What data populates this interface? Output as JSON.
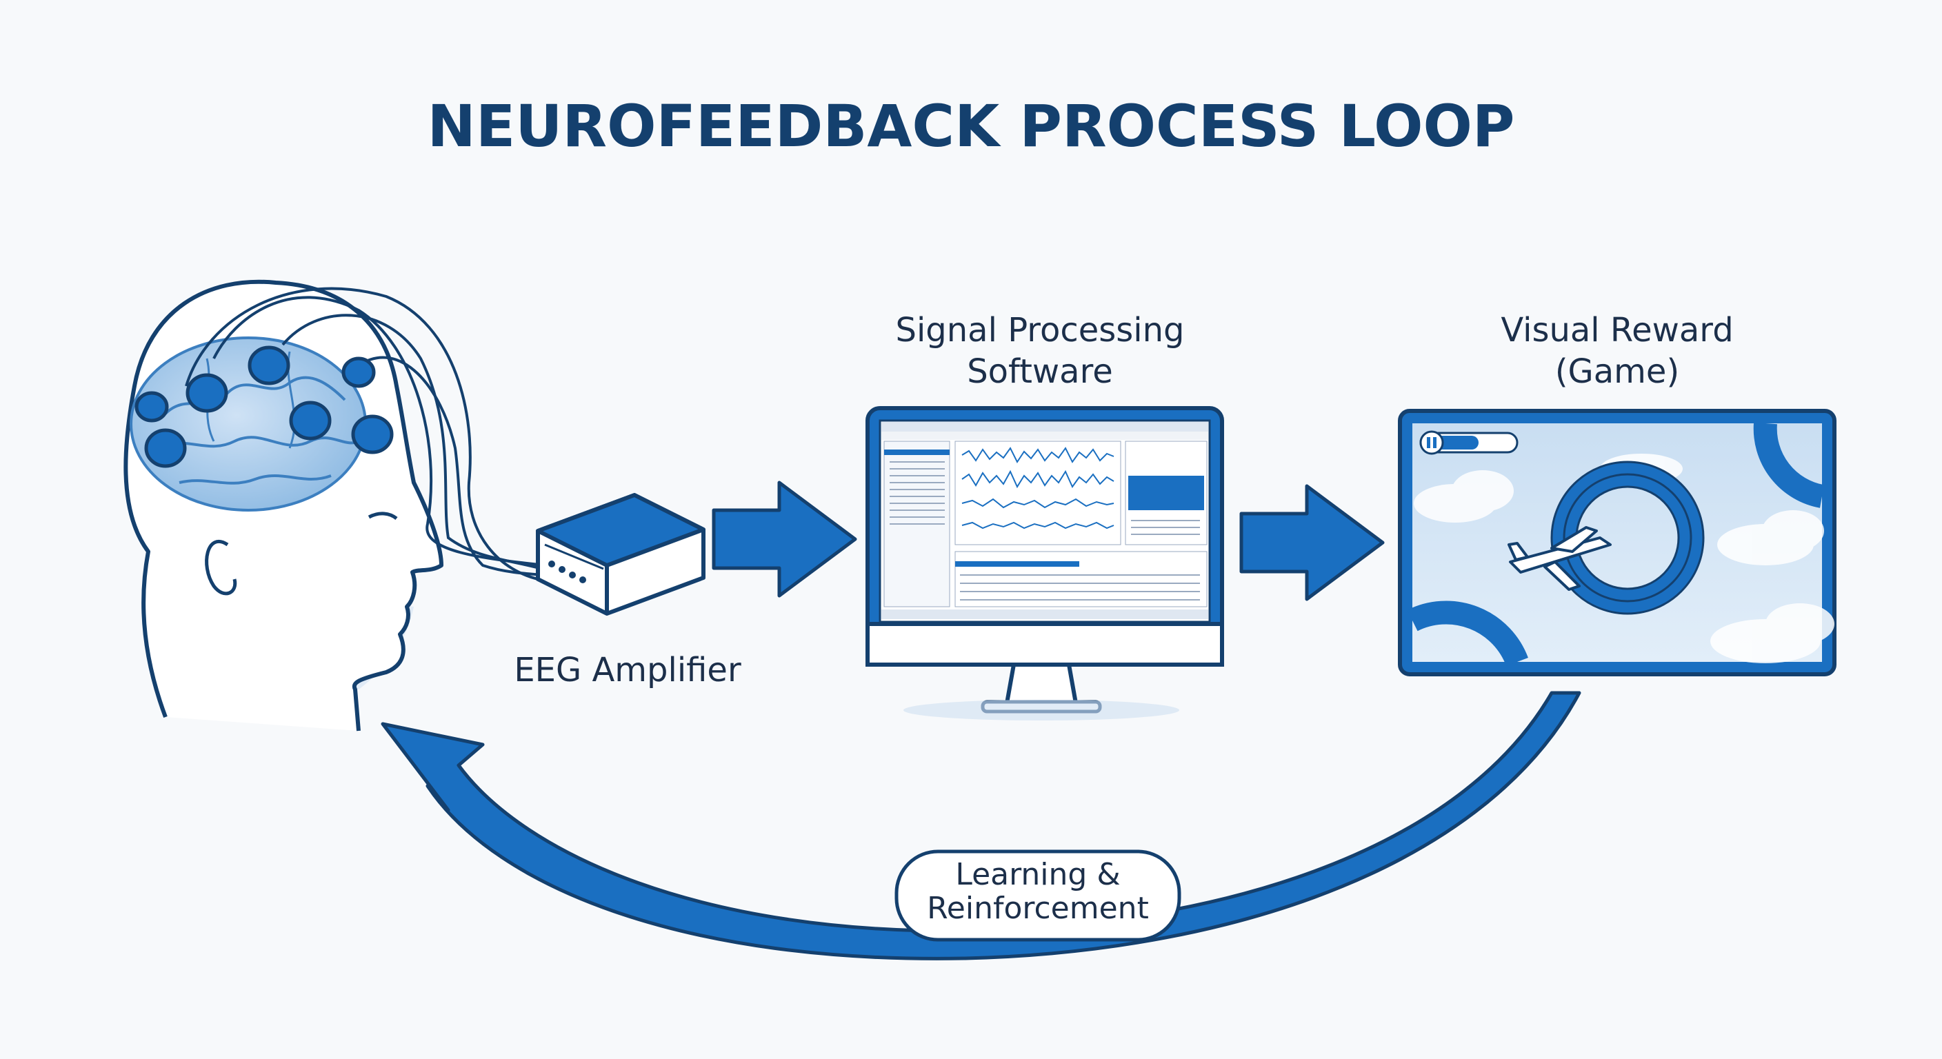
{
  "title": "NEUROFEEDBACK PROCESS LOOP",
  "labels": {
    "amplifier": "EEG Amplifier",
    "software_line1": "Signal Processing",
    "software_line2": "Software",
    "reward_line1": "Visual Reward",
    "reward_line2": "(Game)",
    "feedback_line1": "Learning &",
    "feedback_line2": "Reinforcement"
  },
  "colors": {
    "primary_blue": "#1a6fc1",
    "dark_navy": "#14406e",
    "light_blue": "#bcd6ef",
    "sky": "#d6e6f5",
    "background": "#f7f9fb"
  },
  "icons": {
    "head": "head-with-eeg-electrodes-icon",
    "amplifier": "eeg-amplifier-box-icon",
    "monitor": "computer-monitor-icon",
    "game": "airplane-game-icon"
  }
}
